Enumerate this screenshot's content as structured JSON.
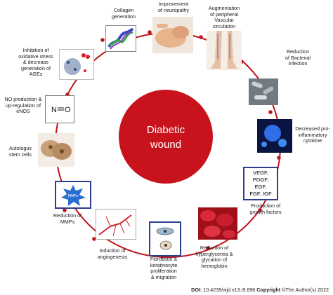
{
  "center": {
    "line1": "Diabetic",
    "line2": "wound"
  },
  "nodes": {
    "collagen": [
      "Collagen",
      "generation"
    ],
    "neuropathy": [
      "Improvement",
      "of neuropathy"
    ],
    "circulation": [
      "Augmentation",
      "of peripheral",
      "Vascular",
      "circulation"
    ],
    "bacterial": [
      "Reduction",
      "of Bacterial",
      "infection"
    ],
    "cytokine": [
      "Decreased pro-",
      "inflammatory",
      "cytokine"
    ],
    "growth": [
      "Production of",
      "growth factors"
    ],
    "hemoglobin": [
      "Reduction of",
      "hyperglycemia &",
      "glycation of",
      "hemoglobin"
    ],
    "fibroblast": [
      "Fibroblast &",
      "keratinocyte",
      "proliferation",
      "& migration"
    ],
    "angiogenesis": [
      "Induction of",
      "angiogenesis"
    ],
    "mmps": [
      "Reduction of",
      "MMPs"
    ],
    "stem": [
      "Autologus",
      "stem cells"
    ],
    "no": [
      "NO production &",
      "up-regulation of",
      "eNOS"
    ],
    "oxidative": [
      "Inhibition of",
      "oxidative stress",
      "& decrease",
      "generation of",
      "AGEs"
    ]
  },
  "growth_factors": [
    "VEGF,",
    "PDGF,",
    "EGF,",
    "FGF, IGF"
  ],
  "no_box": {
    "left": "N",
    "right": "O"
  },
  "mmp_badge": "MMPs",
  "footer": {
    "doi_label": "DOI:",
    "doi_value": "10.4239/wjd.v13.i9.696",
    "copyright_label": "Copyright",
    "copyright_value": "©The Author(s) 2022."
  },
  "colors": {
    "ring": "#c0141c",
    "center_fill": "#c8121c",
    "box_border_blue": "#2b3f8f"
  }
}
